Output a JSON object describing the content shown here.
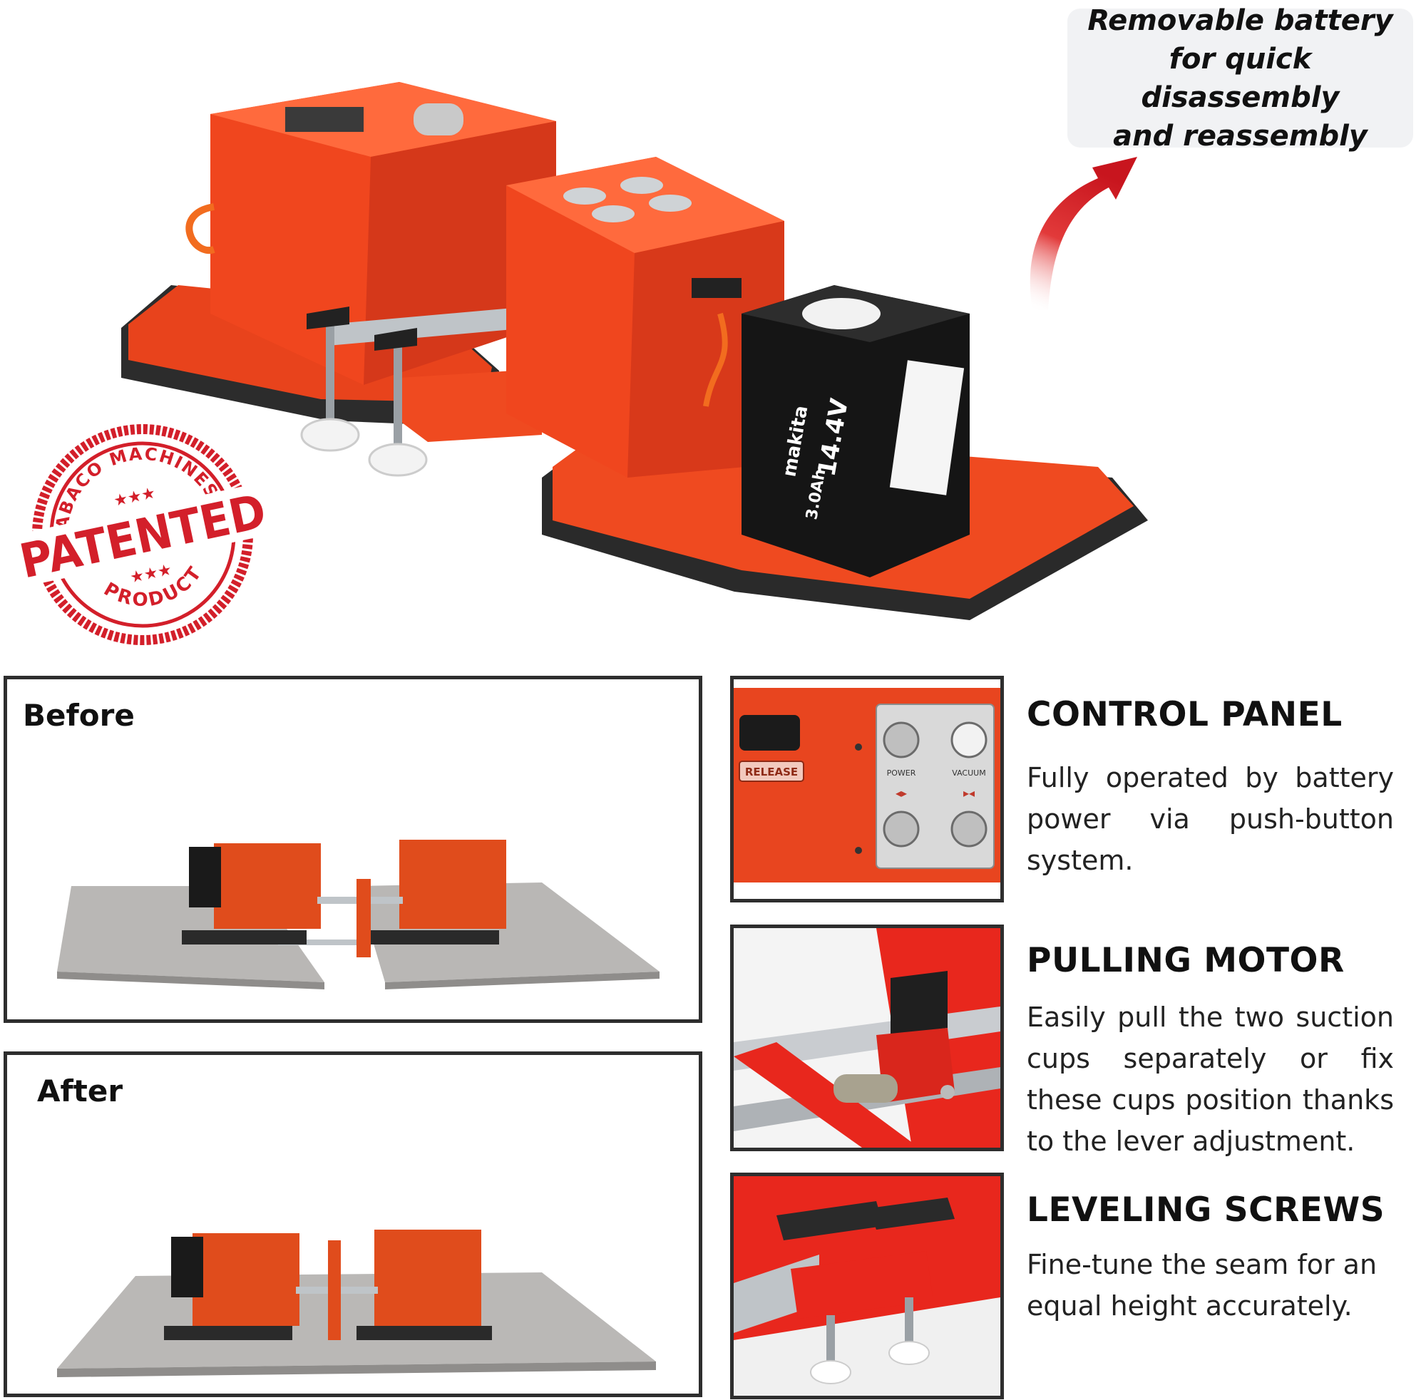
{
  "callout": {
    "line1": "Removable battery",
    "line2": "for quick disassembly",
    "line3": "and reassembly"
  },
  "stamp": {
    "top_text": "ABACO MACHINES",
    "main_text": "PATENTED",
    "bottom_text": "PRODUCT"
  },
  "hero": {
    "battery_brand": "makita",
    "battery_voltage": "14.4V",
    "battery_capacity": "3.0Ah"
  },
  "comparison": {
    "before_label": "Before",
    "after_label": "After"
  },
  "features": [
    {
      "title": "CONTROL PANEL",
      "description": "Fully operated by battery power via push-button system.",
      "panel_labels": {
        "release": "RELEASE",
        "power": "POWER",
        "vacuum": "VACUUM"
      }
    },
    {
      "title": "PULLING MOTOR",
      "description": "Easily pull the two suction cups separately or fix these cups position thanks to the lever adjustment."
    },
    {
      "title": "LEVELING SCREWS",
      "description": "Fine-tune the seam for an equal height accurately."
    }
  ],
  "colors": {
    "machine_orange": "#f0461e",
    "stamp_red": "#d31f2a",
    "arrow_red": "#d8232a",
    "frame_border": "#2e2e2e",
    "callout_bg": "#f1f2f4"
  }
}
